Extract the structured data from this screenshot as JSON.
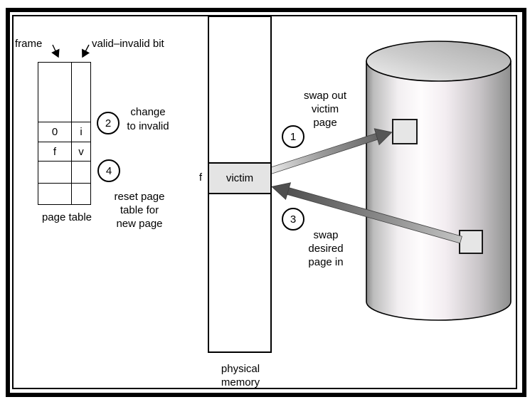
{
  "figure": {
    "type": "diagram",
    "topic": "page replacement: swap out victim page, swap desired page in"
  },
  "page_table": {
    "caption": "page table",
    "frame_pointer_label": "frame",
    "valid_invalid_pointer_label": "valid–invalid bit",
    "rows": [
      {
        "frame": "",
        "bit": ""
      },
      {
        "frame": "0",
        "bit": "i"
      },
      {
        "frame": "f",
        "bit": "v"
      },
      {
        "frame": "",
        "bit": ""
      },
      {
        "frame": "",
        "bit": ""
      }
    ]
  },
  "physical_memory": {
    "caption_line1": "physical",
    "caption_line2": "memory",
    "frame_label": "f",
    "victim_label": "victim"
  },
  "steps": {
    "step1": {
      "number": "1",
      "line1": "swap out",
      "line2": "victim",
      "line3": "page"
    },
    "step2": {
      "number": "2",
      "line1": "change",
      "line2": "to invalid"
    },
    "step3": {
      "number": "3",
      "line1": "swap",
      "line2": "desired",
      "line3": "page in"
    },
    "step4": {
      "number": "4",
      "line1": "reset page",
      "line2": "table for",
      "line3": "new page"
    }
  },
  "colors": {
    "victim_fill": "#e4e4e4",
    "disk_square_fill": "#e6e6e6",
    "arrow_dark": "#555555",
    "arrow_light": "#ededed",
    "cylinder_edge": "#8e8e8e",
    "cylinder_mid": "#fbf6f9"
  }
}
